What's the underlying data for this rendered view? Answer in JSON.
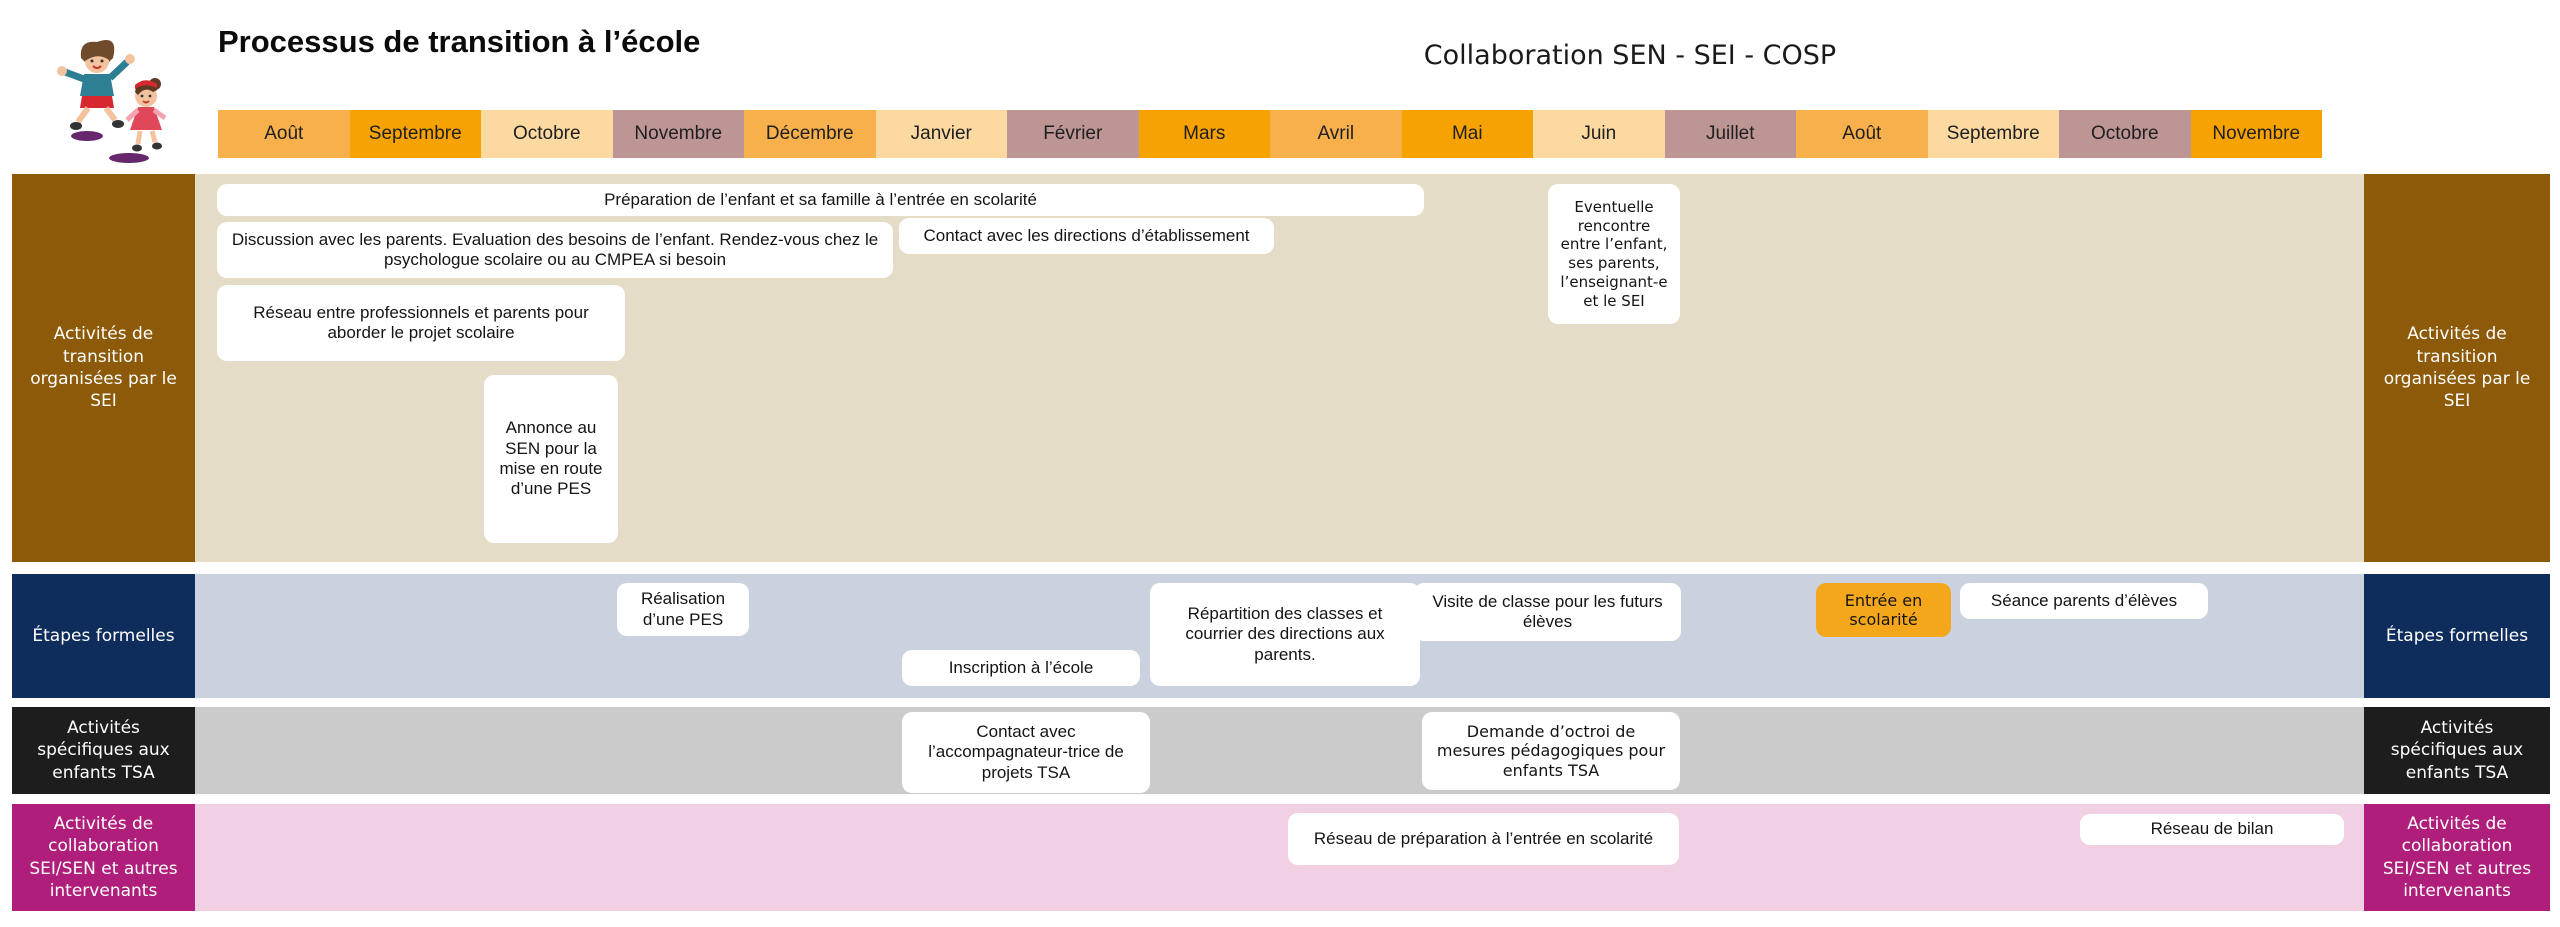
{
  "header": {
    "title": "Processus de transition à l’école",
    "subtitle": "Collaboration SEN - SEI - COSP",
    "logo": "children-jumping"
  },
  "colors": {
    "orange_mid": "#F7B04C",
    "orange_dark": "#F6A200",
    "tan_light": "#FBD9A1",
    "mauve": "#BE9595",
    "highlight_orange": "#F5A71C"
  },
  "months": [
    {
      "label": "Août",
      "color": "#F7B04C"
    },
    {
      "label": "Septembre",
      "color": "#F6A200"
    },
    {
      "label": "Octobre",
      "color": "#FBD9A1"
    },
    {
      "label": "Novembre",
      "color": "#BE9595"
    },
    {
      "label": "Décembre",
      "color": "#F7B04C"
    },
    {
      "label": "Janvier",
      "color": "#FBD9A1"
    },
    {
      "label": "Février",
      "color": "#BE9595"
    },
    {
      "label": "Mars",
      "color": "#F6A200"
    },
    {
      "label": "Avril",
      "color": "#F7B04C"
    },
    {
      "label": "Mai",
      "color": "#F6A200"
    },
    {
      "label": "Juin",
      "color": "#FBD9A1"
    },
    {
      "label": "Juillet",
      "color": "#BE9595"
    },
    {
      "label": "Août",
      "color": "#F7B04C"
    },
    {
      "label": "Septembre",
      "color": "#FBD9A1"
    },
    {
      "label": "Octobre",
      "color": "#BE9595"
    },
    {
      "label": "Novembre",
      "color": "#F6A200"
    }
  ],
  "rows": [
    {
      "label": "Activités de transition organisées par le SEI",
      "label_bg": "#8C5A08",
      "strip_bg": "#E5DCC7",
      "boxes": [
        {
          "text": "Préparation de l’enfant et sa famille à l’entrée en scolarité"
        },
        {
          "text": "Discussion avec les parents. Evaluation des besoins de l’enfant. Rendez-vous chez le psychologue scolaire ou au CMPEA si besoin"
        },
        {
          "text": "Contact avec les directions d’établissement"
        },
        {
          "text": "Réseau entre professionnels et parents pour aborder le projet scolaire"
        },
        {
          "text": "Annonce au SEN pour la mise en route d’une PES"
        },
        {
          "text": "Eventuelle rencontre entre l’enfant, ses parents, l’enseignant-e et le SEI"
        }
      ]
    },
    {
      "label": "Étapes formelles",
      "label_bg": "#0F2D5C",
      "strip_bg": "#CBD2DF",
      "boxes": [
        {
          "text": "Réalisation d’une PES"
        },
        {
          "text": "Inscription à l’école"
        },
        {
          "text": "Répartition des classes et courrier des directions aux parents."
        },
        {
          "text": "Visite de classe pour les futurs élèves"
        },
        {
          "text": "Entrée en scolarité",
          "bg": "#F5A71C"
        },
        {
          "text": "Séance parents d’élèves"
        }
      ]
    },
    {
      "label": "Activités spécifiques aux enfants TSA",
      "label_bg": "#1D1D1D",
      "strip_bg": "#CBCBCB",
      "boxes": [
        {
          "text": "Contact avec l’accompagnateur-trice de projets TSA"
        },
        {
          "text": "Demande d’octroi de mesures pédagogiques pour enfants TSA"
        }
      ]
    },
    {
      "label": "Activités de collaboration SEI/SEN et autres intervenants",
      "label_bg": "#B01E7B",
      "strip_bg": "#F0D0E2",
      "boxes": [
        {
          "text": "Réseau de préparation à l’entrée en scolarité"
        },
        {
          "text": "Réseau de bilan"
        }
      ]
    }
  ]
}
